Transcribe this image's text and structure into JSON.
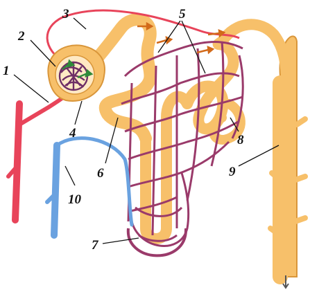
{
  "labels": {
    "l1": "1",
    "l2": "2",
    "l3": "3",
    "l4": "4",
    "l5": "5",
    "l6": "6",
    "l7": "7",
    "l8": "8",
    "l9": "9",
    "l10": "10"
  },
  "colors": {
    "tubule": "#f7c06a",
    "tubule_edge": "#d9963a",
    "artery": "#e8445a",
    "vein": "#6aa2e0",
    "capillary": "#9a3a6a",
    "glomerulus": "#6e2e66",
    "arrow_green": "#2f8a3a",
    "leader": "#111111"
  },
  "icons": {
    "flow_arrows": "flow-arrow-icon",
    "filtrate_arrows": "filtrate-arrow-icon"
  }
}
